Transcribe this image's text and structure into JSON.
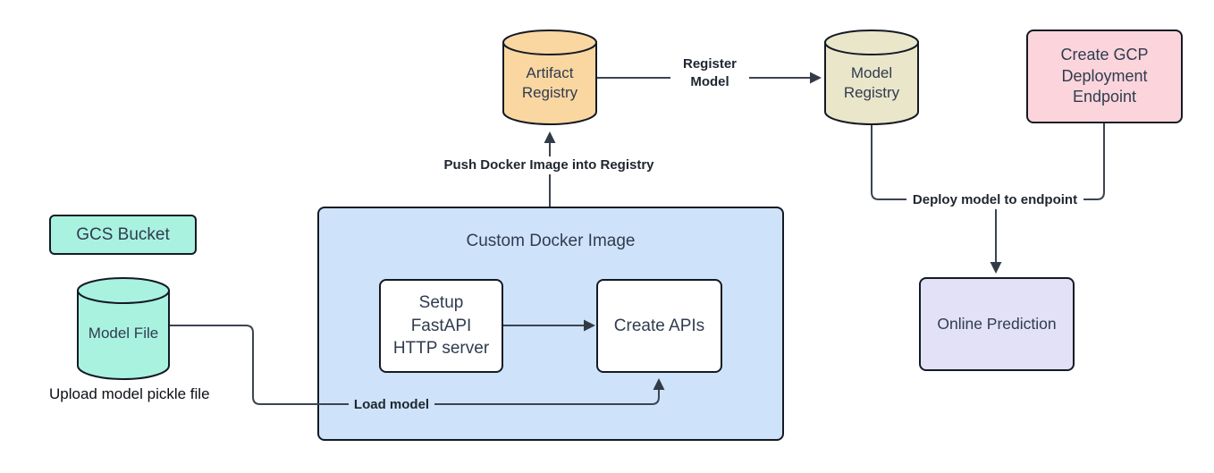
{
  "palette": {
    "background": "#ffffff",
    "shape_border": "#141a24",
    "connector": "#3c4450",
    "shape_text": "#303c4f",
    "edge_label_text": "#1f2630",
    "teal": "#a9f2e0",
    "orange": "#fad7a1",
    "beige": "#eae6ca",
    "pink": "#fbd5db",
    "blue": "#cee3fa",
    "lavender": "#e2e1f8",
    "white": "#ffffff"
  },
  "nodes": {
    "gcs_bucket": {
      "label": "GCS Bucket",
      "fill": "#a9f2e0",
      "shape": "rounded-rect"
    },
    "model_file": {
      "label": "Model File",
      "fill": "#a9f2e0",
      "shape": "cylinder"
    },
    "artifact_registry": {
      "label": "Artifact Registry",
      "fill": "#fad7a1",
      "shape": "cylinder"
    },
    "model_registry": {
      "label": "Model Registry",
      "fill": "#eae6ca",
      "shape": "cylinder"
    },
    "create_gcp_endpoint": {
      "label": "Create GCP Deployment Endpoint",
      "fill": "#fbd5db",
      "shape": "rounded-rect"
    },
    "custom_docker_image": {
      "label": "Custom Docker Image",
      "fill": "#cee3fa",
      "shape": "container"
    },
    "setup_fastapi": {
      "label": "Setup FastAPI HTTP server",
      "fill": "#ffffff",
      "shape": "rounded-rect"
    },
    "create_apis": {
      "label": "Create APIs",
      "fill": "#ffffff",
      "shape": "rounded-rect"
    },
    "online_prediction": {
      "label": "Online Prediction",
      "fill": "#e2e1f8",
      "shape": "rounded-rect"
    }
  },
  "edges": {
    "register_model": {
      "label": "Register Model",
      "from": "artifact_registry",
      "to": "model_registry"
    },
    "push_docker_image": {
      "label": "Push Docker Image into Registry",
      "from": "custom_docker_image",
      "to": "artifact_registry"
    },
    "setup_to_create_apis": {
      "label": "",
      "from": "setup_fastapi",
      "to": "create_apis"
    },
    "load_model": {
      "label": "Load model",
      "from": "model_file",
      "to": "create_apis"
    },
    "deploy_model_to_endpoint": {
      "label": "Deploy model to endpoint",
      "from": "model_registry + create_gcp_endpoint",
      "to": "online_prediction"
    }
  },
  "captions": {
    "upload_model_pickle": "Upload model pickle file"
  }
}
